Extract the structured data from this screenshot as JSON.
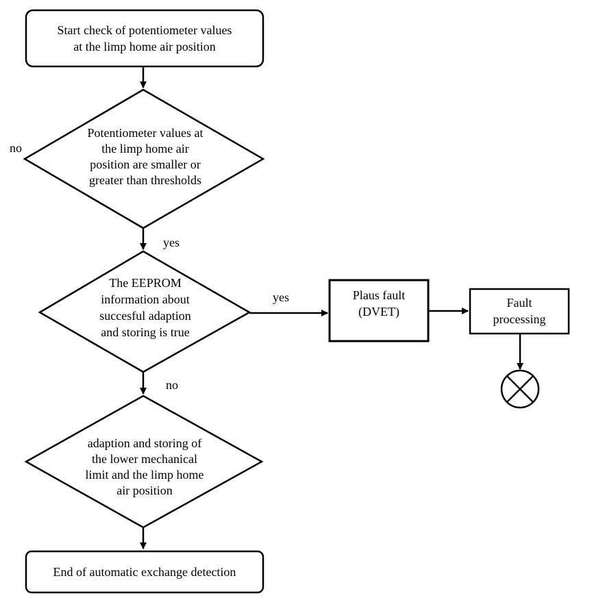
{
  "nodes": {
    "start": {
      "lines": [
        "Start check of potentiometer values",
        "at the limp home air position"
      ]
    },
    "decision1": {
      "lines": [
        "Potentiometer values at",
        "the limp home air",
        "position are smaller or",
        "greater than thresholds"
      ]
    },
    "decision2": {
      "lines": [
        "The EEPROM",
        "information about",
        "succesful adaption",
        "and storing is true"
      ]
    },
    "decision3": {
      "lines": [
        "adaption and storing of",
        "the lower mechanical",
        "limit and the limp home",
        "air position"
      ]
    },
    "plaus_fault": {
      "lines": [
        "Plaus fault",
        "(DVET)"
      ]
    },
    "fault_processing": {
      "lines": [
        "Fault",
        "processing"
      ]
    },
    "end": {
      "lines": [
        "End of automatic exchange detection"
      ]
    }
  },
  "edge_labels": {
    "d1_no": "no",
    "d1_yes": "yes",
    "d2_yes": "yes",
    "d2_no": "no"
  },
  "icons": {
    "terminator": "x-circle-icon"
  }
}
